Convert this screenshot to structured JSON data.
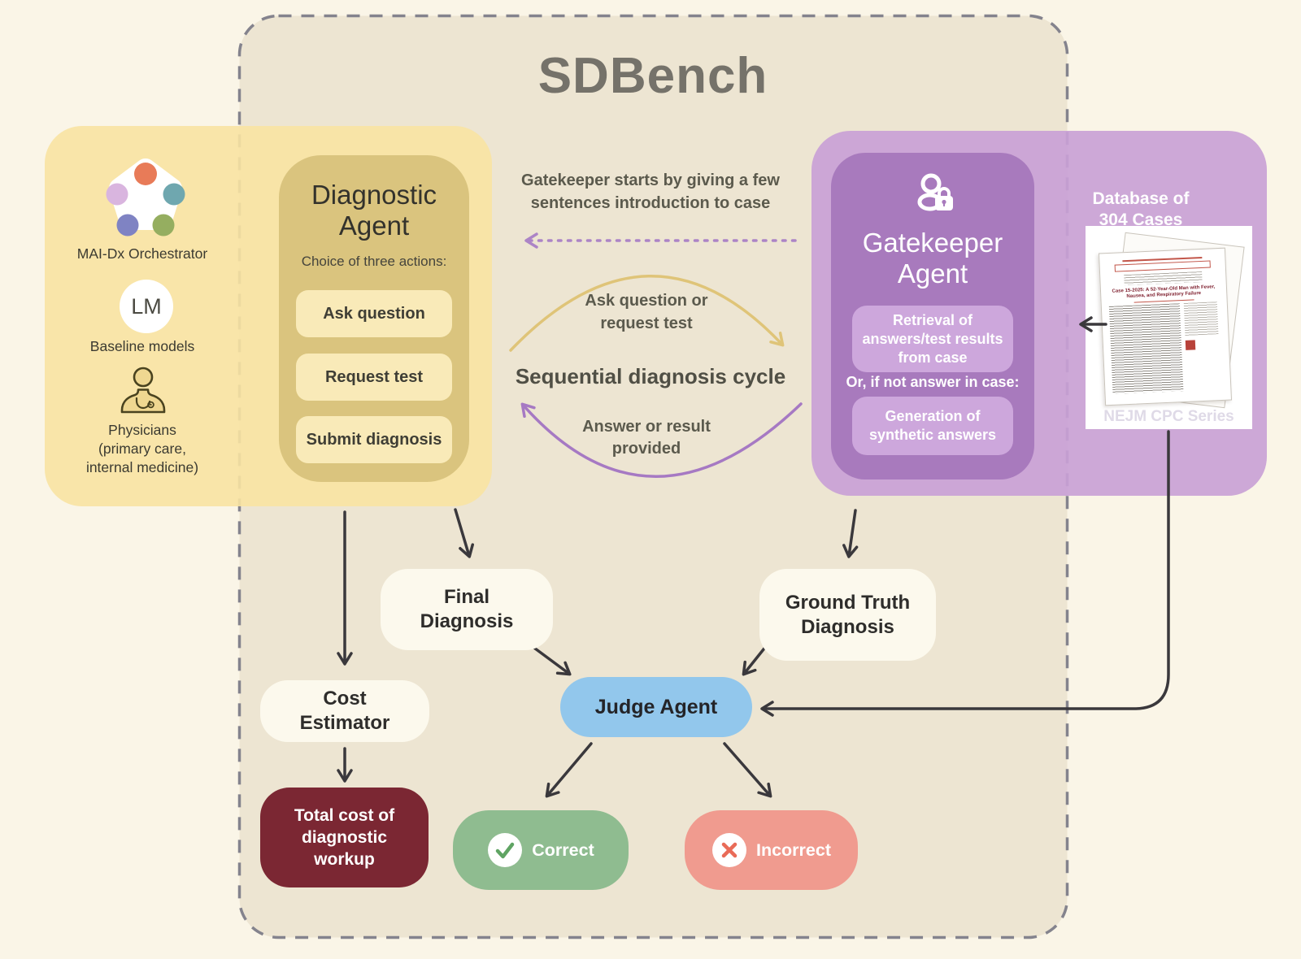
{
  "title": "SDBench",
  "left_panel": {
    "orchestrator_label": "MAI-Dx Orchestrator",
    "lm_label": "LM",
    "baseline_label": "Baseline models",
    "physicians_lines": [
      "Physicians",
      "(primary care,",
      "internal medicine)"
    ]
  },
  "diagnostic_agent": {
    "title": "Diagnostic Agent",
    "subtitle": "Choice of three actions:",
    "actions": [
      "Ask question",
      "Request test",
      "Submit diagnosis"
    ]
  },
  "intro_note": "Gatekeeper starts by giving a few sentences introduction to case",
  "cycle": {
    "top_label": "Ask question or request test",
    "center_label": "Sequential diagnosis cycle",
    "bottom_label": "Answer or result provided"
  },
  "gatekeeper_agent": {
    "title": "Gatekeeper Agent",
    "retrieval_box": "Retrieval of answers/test results from case",
    "or_note": "Or, if not answer in case:",
    "generation_box": "Generation of synthetic answers"
  },
  "database": {
    "title": "Database of 304 Cases",
    "doc_title": "Case 15-2025: A 52-Year-Old Man with Fever, Nausea, and Respiratory Failure",
    "series_caption": "NEJM CPC Series"
  },
  "nodes": {
    "final_diagnosis": "Final Diagnosis",
    "ground_truth": "Ground Truth Diagnosis",
    "judge": "Judge Agent",
    "cost_estimator": "Cost Estimator",
    "total_cost": "Total cost of diagnostic workup",
    "correct": "Correct",
    "incorrect": "Incorrect"
  },
  "colors": {
    "page_background": "#FAF5E7",
    "container_background": "#EDE5D2",
    "dashed_border": "#84838D",
    "yellow_panel": "#F8E3A2",
    "diagnostic_box": "#DAC47E",
    "action_button": "#F9EAB8",
    "purple_panel": "#C9A1D6",
    "gatekeeper_box": "#A87ABD",
    "gatekeeper_inner_box": "#CDA7DC",
    "judge": "#92C7EC",
    "correct": "#8FBC90",
    "incorrect": "#F09B8F",
    "total_cost": "#7B2733",
    "node_background": "#FCF9ED",
    "arrow": "#3A383C",
    "ask_arc": "#DFC478",
    "answer_arc": "#A679C3",
    "intro_arrow": "#AC84C6",
    "orchestrator_dots": [
      "#E87B58",
      "#6FA7AF",
      "#D9B5DF",
      "#7F83C3",
      "#95AE60"
    ]
  }
}
